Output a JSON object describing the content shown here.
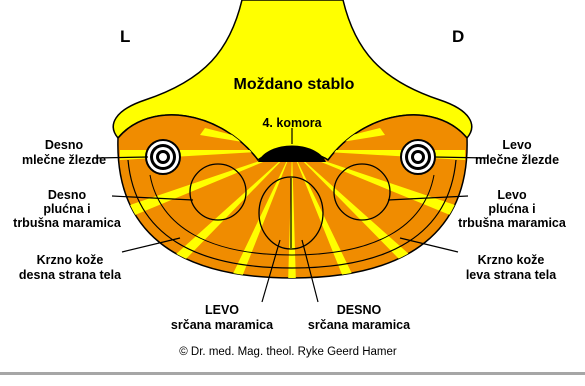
{
  "side_left": "L",
  "side_right": "D",
  "brainstem": "Moždano stablo",
  "fourth_ventricle": "4. komora",
  "labels": {
    "right_mammary": [
      "Desno",
      "mlečne žlezde"
    ],
    "left_mammary": [
      "Levo",
      "mlečne žlezde"
    ],
    "right_pleura": [
      "Desno",
      "plućna i",
      "trbušna maramica"
    ],
    "left_pleura": [
      "Levo",
      "plućna i",
      "trbušna maramica"
    ],
    "right_skin": [
      "Krzno kože",
      "desna strana tela"
    ],
    "left_skin": [
      "Krzno kože",
      "leva strana tela"
    ],
    "left_pericardium": [
      "LEVO",
      "srčana maramica"
    ],
    "right_pericardium": [
      "DESNO",
      "srčana maramica"
    ]
  },
  "copyright": "© Dr. med. Mag. theol. Ryke Geerd Hamer",
  "colors": {
    "brainstem_fill": "#ffff00",
    "cerebellum_fill": "#f08c00",
    "stripe": "#ffff00",
    "ventricle": "#000000",
    "outline": "#000000"
  }
}
